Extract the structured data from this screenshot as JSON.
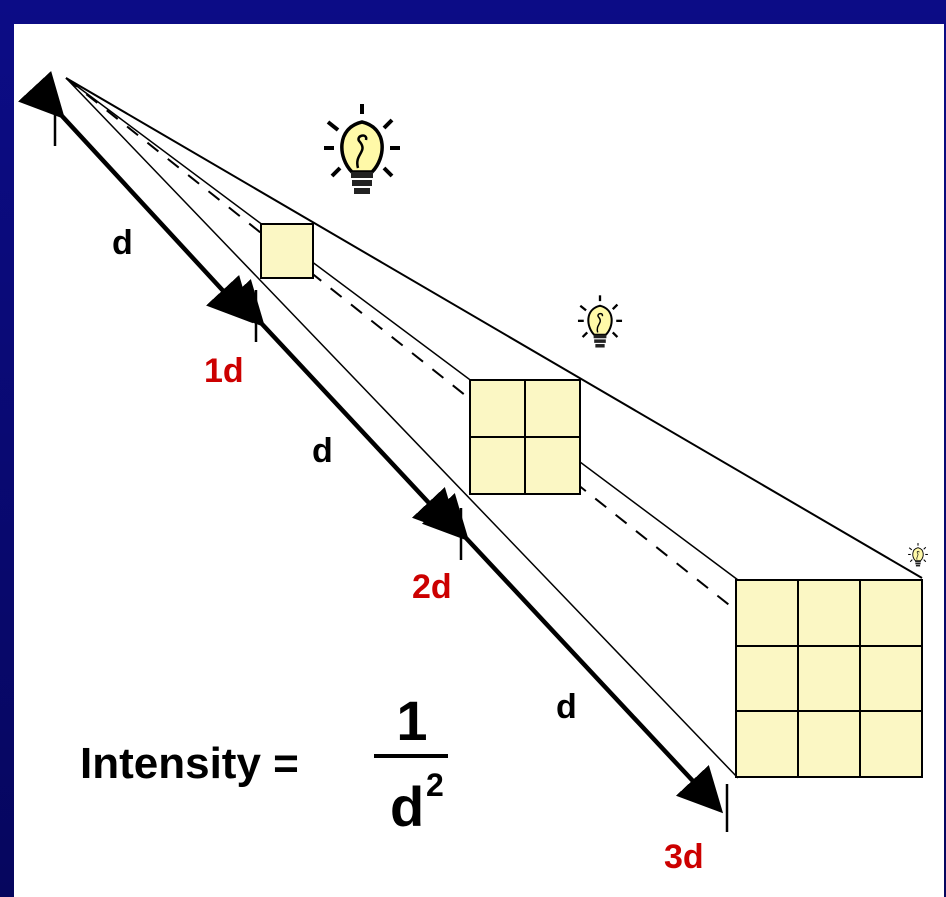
{
  "diagram": {
    "distance_labels": [
      "d",
      "d",
      "d"
    ],
    "markers": [
      "1d",
      "2d",
      "3d"
    ],
    "formula": {
      "lhs": "Intensity =",
      "numerator": "1",
      "denominator_base": "d",
      "denominator_exponent": "2"
    }
  },
  "colors": {
    "background": "#0a0a78",
    "panel": "#ffffff",
    "square_fill": "#fbf7c4",
    "marker_text": "#cc0000",
    "bulb_fill": "#fff9a8"
  },
  "icons": [
    "lightbulb-icon"
  ]
}
